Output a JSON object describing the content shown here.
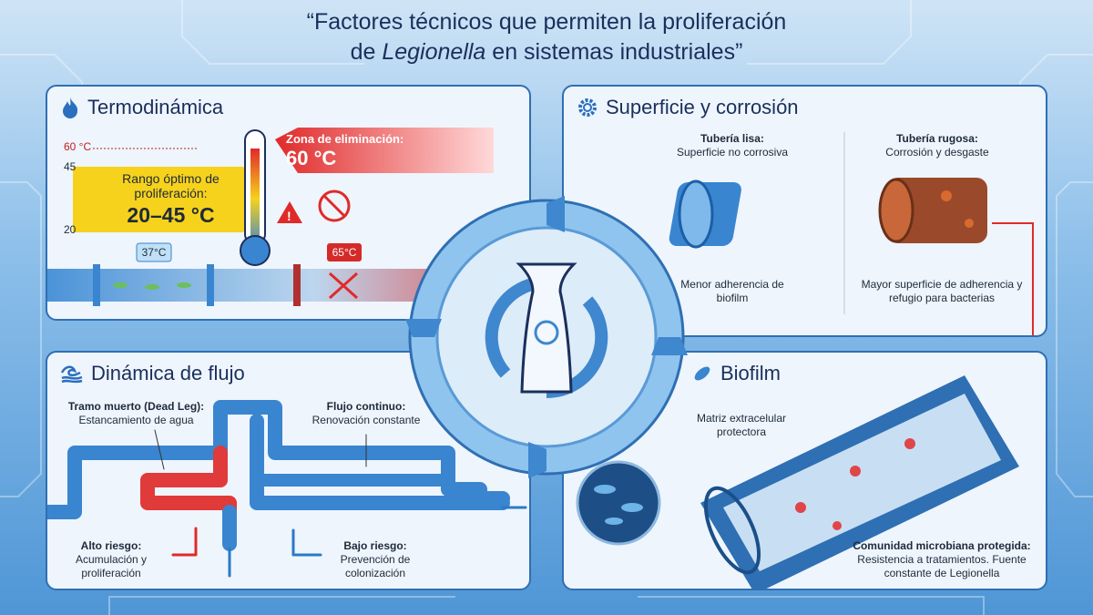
{
  "title": {
    "line1": "“Factores técnicos que permiten la proliferación",
    "line2_pre": "de ",
    "line2_italic": "Legionella",
    "line2_post": " en sistemas industriales”"
  },
  "colors": {
    "navy": "#1b2f5c",
    "pipe_blue": "#3a85cf",
    "danger_red": "#e02a2a",
    "optimal_yellow": "#f6d21c",
    "panel_bg": "#eef5fc"
  },
  "thermo": {
    "heading": "Termodinámica",
    "icon": "flame-icon",
    "scale": [
      "60 °C",
      "45",
      "20"
    ],
    "optimal_label": "Rango óptimo de proliferación:",
    "optimal_value": "20–45 °C",
    "kill_label": "Zona de eliminación:",
    "kill_value": "60 °C",
    "pipe_cool": "37°C",
    "pipe_hot": "65°C"
  },
  "surface": {
    "heading": "Superficie y corrosión",
    "icon": "gear-icon",
    "smooth_title": "Tubería lisa:",
    "smooth_sub": "Superficie no corrosiva",
    "smooth_caption": "Menor adherencia de biofilm",
    "rough_title": "Tubería rugosa:",
    "rough_sub": "Corrosión y desgaste",
    "rough_caption": "Mayor superficie de adherencia y refugio para bacterias"
  },
  "flow": {
    "heading": "Dinámica de flujo",
    "icon": "wave-icon",
    "dead_title": "Tramo muerto (Dead Leg):",
    "dead_sub": "Estancamiento de agua",
    "cont_title": "Flujo continuo:",
    "cont_sub": "Renovación constante",
    "high_title": "Alto riesgo:",
    "high_sub": "Acumulación y proliferación",
    "low_title": "Bajo riesgo:",
    "low_sub": "Prevención de colonización"
  },
  "biofilm": {
    "heading": "Biofilm",
    "icon": "bacteria-icon",
    "matrix": "Matriz extracelular protectora",
    "community_title": "Comunidad microbiana protegida:",
    "community_sub": "Resistencia a tratamientos. Fuente constante de Legionella"
  }
}
